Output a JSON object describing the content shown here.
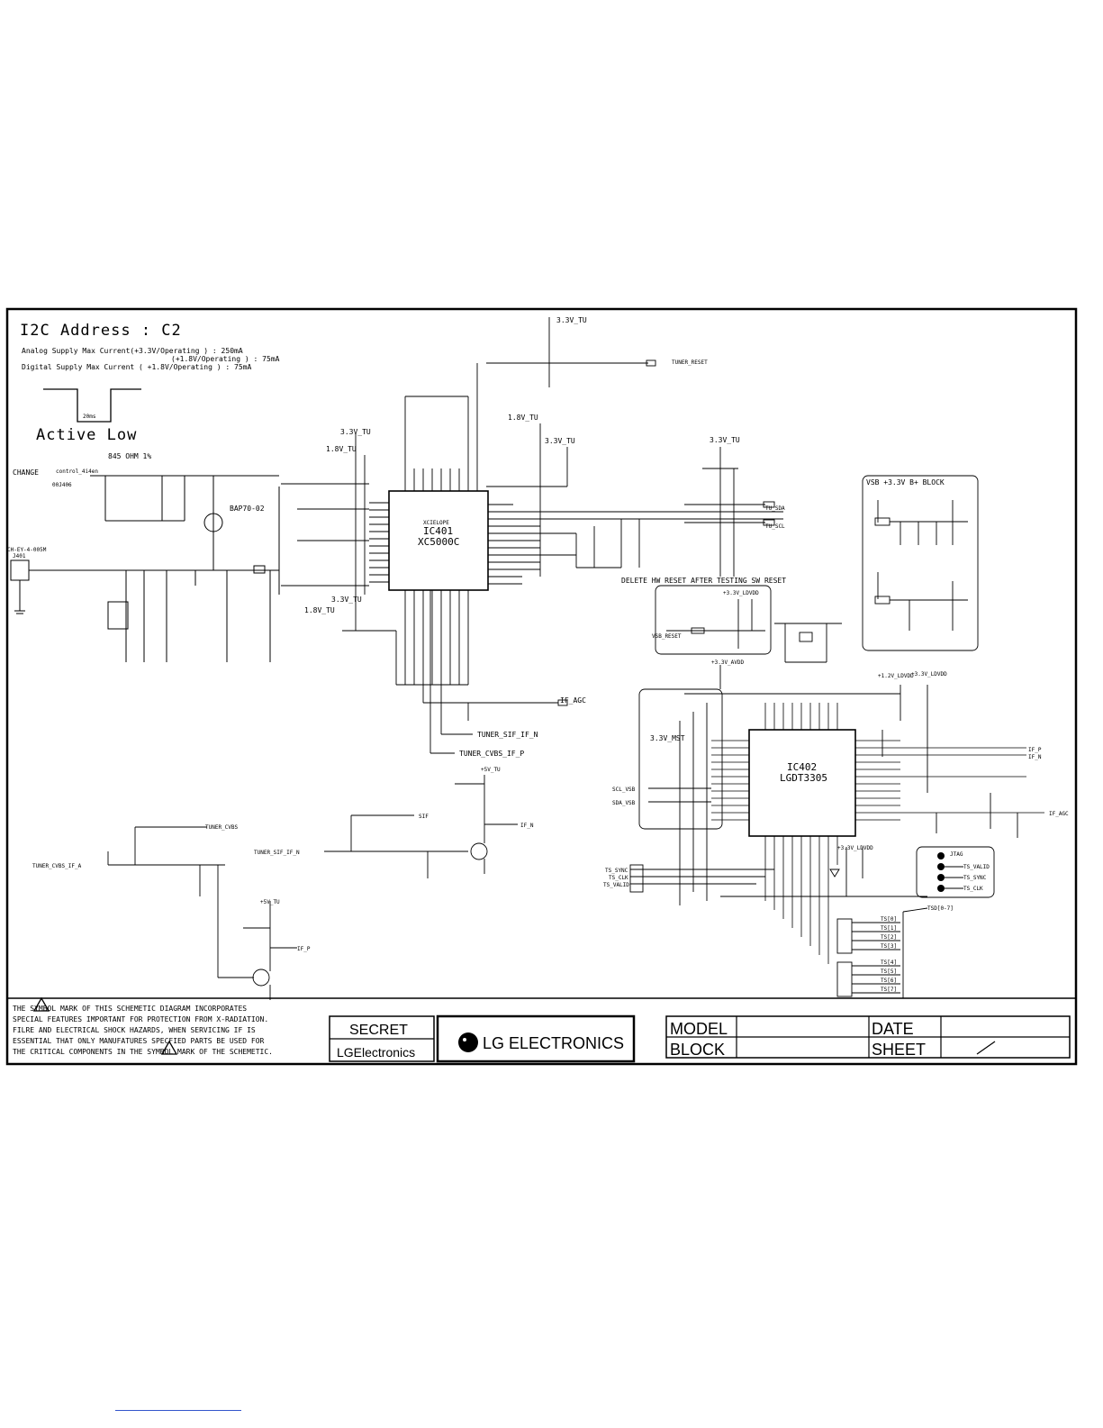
{
  "header": {
    "i2c_address": "I2C Address : C2",
    "supply_lines": [
      "Analog Supply Max Current(+3.3V/Operating ) : 250mA",
      "(+1.8V/Operating ) : 75mA",
      "Digital Supply Max Current ( +1.8V/Operating ) : 75mA"
    ],
    "pulse_label": "20ms",
    "active_low": "Active Low",
    "ohm_note": "845 OHM 1%",
    "change_label": "CHANGE",
    "control_label": "control_4i4en",
    "pin_label": "00J406"
  },
  "rails": {
    "r1": "3.3V_TU",
    "r2": "1.8V_TU",
    "r3": "3.3V_TU",
    "r4": "1.8V_TU",
    "r5": "3.3V_TU",
    "r6": "3.3V_TU",
    "r7": "1.8V_TU",
    "r8": "3.3V_TU",
    "r9": "+5V_TU",
    "r10": "+5V_TU",
    "r11": "+3.3V_LDVDD",
    "r12": "+3.3V_AVDD",
    "r13": "+1.2V_LDVDD",
    "r14": "+3.3V_LDVDD",
    "r15": "3.3V_MST",
    "r16": "+3.3V_LDVDD"
  },
  "ics": {
    "ic401": {
      "ref": "IC401",
      "part": "XC5000C",
      "maker": "XCIELOPE"
    },
    "ic402": {
      "ref": "IC402",
      "part": "LGDT3305"
    }
  },
  "nets": {
    "tuner_reset": "TUNER_RESET",
    "tu_sda": "TU_SDA",
    "tu_scl": "TU_SCL",
    "if_agc": "IF_AGC",
    "tuner_sif": "TUNER_SIF_IF_N",
    "tuner_cvbs": "TUNER_CVBS_IF_P",
    "tuner_cvbs2": "TUNER_CVBS",
    "tuner_cvbs_if": "TUNER_CVBS_IF_A",
    "tuner_sif_if": "TUNER_SIF_IF_N",
    "sif": "SIF",
    "if_n": "IF_N",
    "if_p": "IF_P",
    "if_agc2": "IF_AGC",
    "vsb_reset": "VSB_RESET",
    "scl_vsb": "SCL_VSB",
    "sda_vsb": "SDA_VSB",
    "ts_sync": "TS_SYNC",
    "ts_clk": "TS_CLK",
    "ts_valid": "TS_VALID",
    "tsd": "TSD[0-7]",
    "bap": "BAP70-02",
    "connector": "CH-EY-4-005M",
    "jack": "J401"
  },
  "notes": {
    "delete_reset": "DELETE HW RESET AFTER TESTING SW RESET",
    "vsb_block": "VSB +3.3V B+ BLOCK",
    "jtag": "JTAG"
  },
  "jtag_pins": [
    "TS_VALID",
    "TS_SYNC",
    "TS_CLK"
  ],
  "ts_bus": [
    "TS[0]",
    "TS[1]",
    "TS[2]",
    "TS[3]",
    "TS[4]",
    "TS[5]",
    "TS[6]",
    "TS[7]"
  ],
  "title_block": {
    "warning": [
      "THE SYMBOL MARK OF THIS SCHEMETIC DIAGRAM INCORPORATES",
      "SPECIAL FEATURES IMPORTANT FOR PROTECTION FROM X-RADIATION.",
      "FILRE AND ELECTRICAL SHOCK HAZARDS, WHEN SERVICING IF IS",
      "ESSENTIAL THAT ONLY MANUFATURES SPECFIED PARTS BE USED FOR",
      "THE CRITICAL COMPONENTS IN THE SYMBOL MARK OF THE SCHEMETIC."
    ],
    "secret": "SECRET",
    "brand_small": "LGElectronics",
    "brand_large": "LG ELECTRONICS",
    "model_label": "MODEL",
    "block_label": "BLOCK",
    "date_label": "DATE",
    "sheet_label": "SHEET"
  }
}
